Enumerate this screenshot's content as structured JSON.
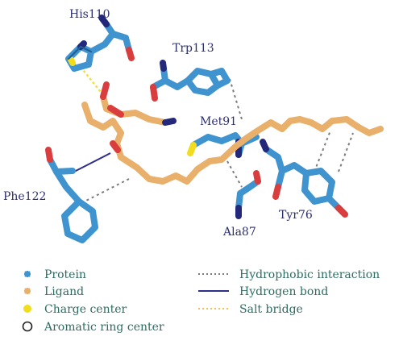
{
  "residues": {
    "his110": "His110",
    "trp113": "Trp113",
    "met91": "Met91",
    "phe122": "Phe122",
    "ala87": "Ala87",
    "tyr76": "Tyr76"
  },
  "legend": {
    "atoms": [
      {
        "label": "Protein",
        "color": "#3f94d0"
      },
      {
        "label": "Ligand",
        "color": "#e8b06a"
      },
      {
        "label": "Charge center",
        "color": "#f1dd1d"
      },
      {
        "label": "Aromatic ring center",
        "color": "#ffffff"
      }
    ],
    "interactions": [
      {
        "label": "Hydrophobic interaction",
        "color": "#7b7b7b"
      },
      {
        "label": "Hydrogen bond",
        "color": "#2d2f8a"
      },
      {
        "label": "Salt bridge",
        "color": "#f0c060"
      }
    ]
  }
}
